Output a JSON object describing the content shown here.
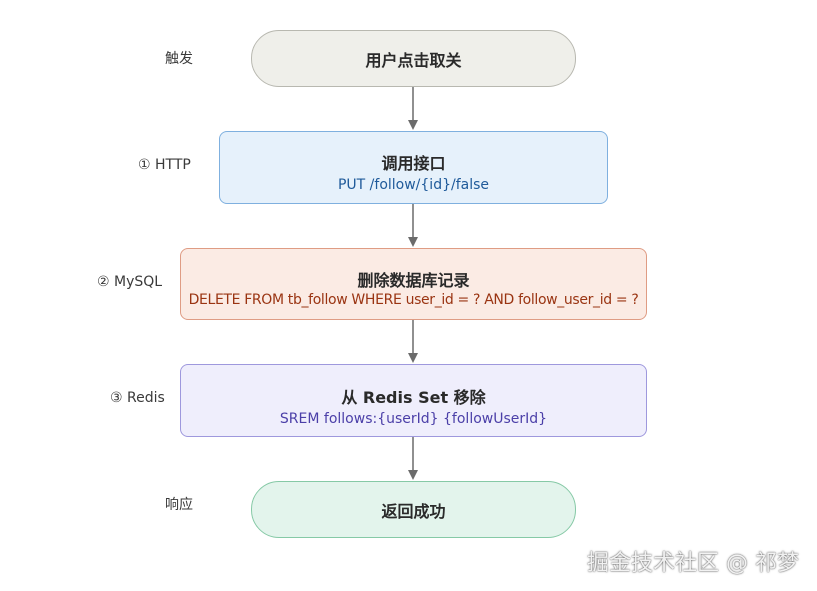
{
  "stages": [
    {
      "stage_label": "触发",
      "title": "用户点击取关",
      "subtitle": "",
      "fill": "#efefea",
      "border": "#b8b8b0",
      "subtitle_color": "#2a2a2a"
    },
    {
      "stage_label": "① HTTP",
      "title": "调用接口",
      "subtitle": "PUT /follow/{id}/false",
      "fill": "#e6f1fb",
      "border": "#7fb0df",
      "subtitle_color": "#1f5a9a"
    },
    {
      "stage_label": "② MySQL",
      "title": "删除数据库记录",
      "subtitle": "DELETE FROM tb_follow WHERE user_id = ? AND follow_user_id = ?",
      "fill": "#fbebe4",
      "border": "#df9c84",
      "subtitle_color": "#9a3412"
    },
    {
      "stage_label": "③ Redis",
      "title": "从 Redis Set 移除",
      "subtitle": "SREM follows:{userId} {followUserId}",
      "fill": "#efeefc",
      "border": "#9e98dd",
      "subtitle_color": "#4b3fa8"
    },
    {
      "stage_label": "响应",
      "title": "返回成功",
      "subtitle": "",
      "fill": "#e3f4ec",
      "border": "#86c9a6",
      "subtitle_color": "#1e6b47"
    }
  ],
  "arrow_color": "#6b6b6b",
  "watermark": "掘金技术社区 @ 祁梦"
}
